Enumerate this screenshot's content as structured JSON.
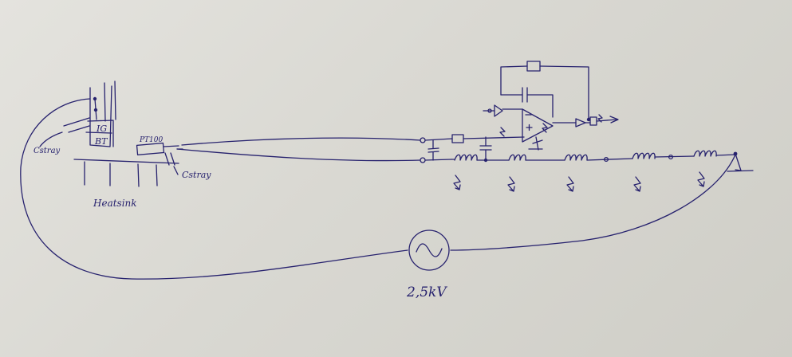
{
  "labels": {
    "igbt_top": "IG",
    "igbt_bottom": "BT",
    "c_stray_left": "Cstray",
    "c_stray_right": "Cstray",
    "sensor": "PT100",
    "heatsink": "Heatsink",
    "source_voltage": "2,5kV"
  },
  "colors": {
    "ink": "#27226e",
    "paper": "#dddcd6"
  }
}
